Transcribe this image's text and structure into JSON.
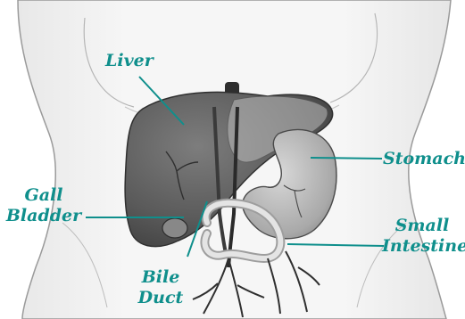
{
  "labels": {
    "liver": "Liver",
    "stomach": "Stomach",
    "gall_bladder_line1": "Gall",
    "gall_bladder_line2": "Bladder",
    "small_intestine_line1": "Small",
    "small_intestine_line2": "Intestine",
    "bile_duct_line1": "Bile",
    "bile_duct_line2": "Duct"
  },
  "colors": {
    "label": "#0f8f8c",
    "leader": "#0f8f8c",
    "body_outline": "#8a8a8a",
    "organ_fill": "#5c5c5c",
    "organ_light": "#d9d9d9"
  }
}
